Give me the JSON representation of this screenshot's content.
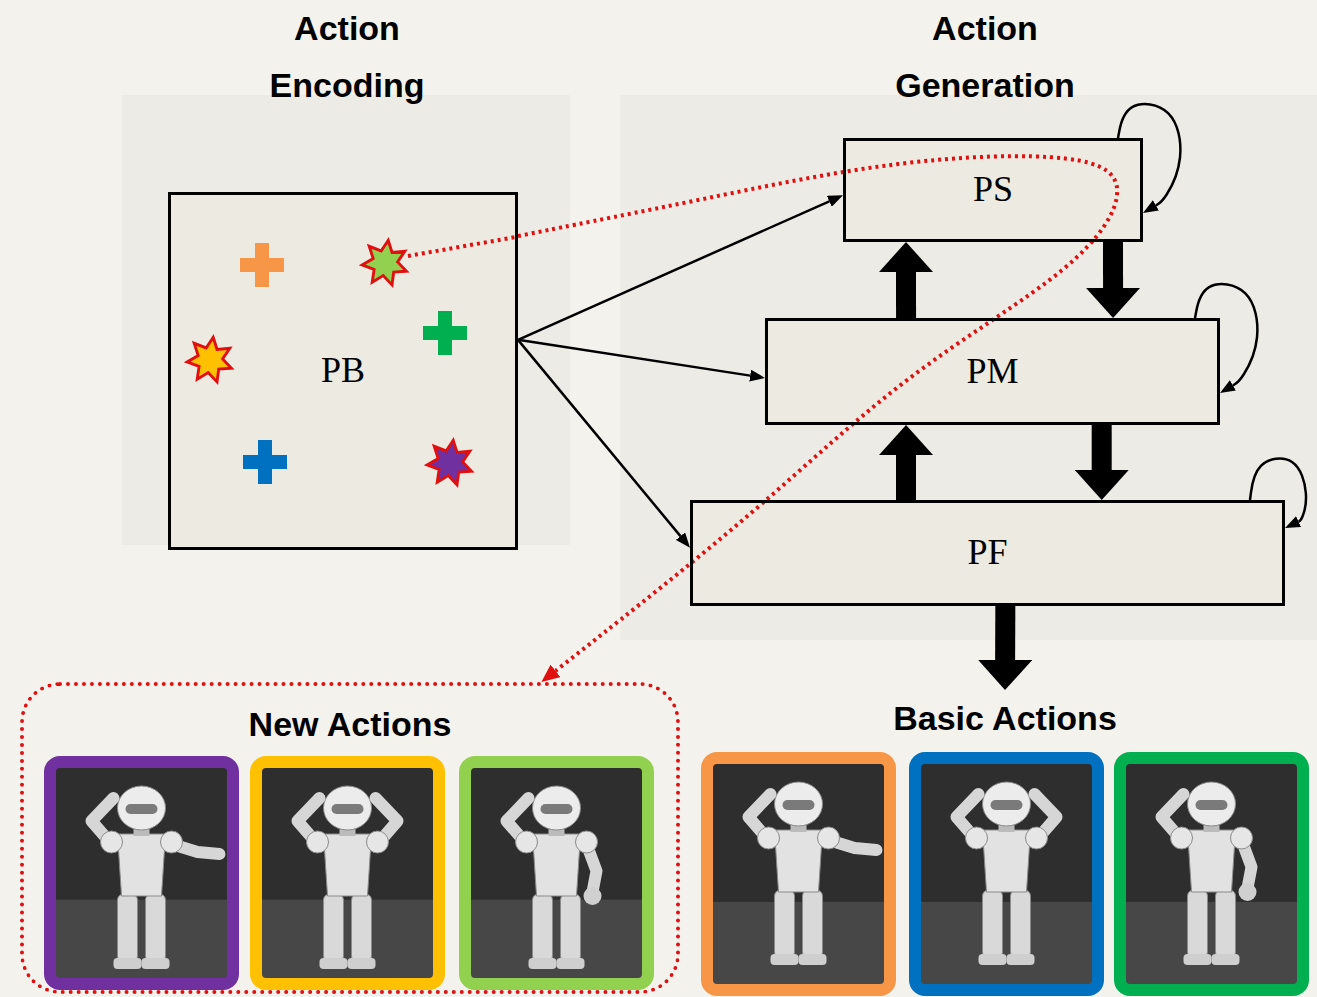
{
  "diagram": {
    "nodes": [
      {
        "text": [
          "PB"
        ]
      },
      {
        "text": [
          "PS"
        ]
      },
      {
        "text": [
          "PM"
        ]
      },
      {
        "text": [
          "PF"
        ]
      },
      {
        "text": [
          "New Actions"
        ]
      },
      {
        "text": [
          "Basic Actions"
        ]
      }
    ],
    "edges": [
      {
        "from": 0,
        "to": 1,
        "arrow": "to"
      },
      {
        "from": 0,
        "to": 2,
        "arrow": "to"
      },
      {
        "from": 0,
        "to": 3,
        "arrow": "to"
      },
      {
        "from": 2,
        "to": 1,
        "arrow": "to"
      },
      {
        "from": 1,
        "to": 2,
        "arrow": "to"
      },
      {
        "from": 3,
        "to": 2,
        "arrow": "to"
      },
      {
        "from": 2,
        "to": 3,
        "arrow": "to"
      },
      {
        "from": 1,
        "to": 1,
        "arrow": "to"
      },
      {
        "from": 2,
        "to": 2,
        "arrow": "to"
      },
      {
        "from": 3,
        "to": 3,
        "arrow": "to"
      },
      {
        "from": 0,
        "to": 4,
        "arrow": "to"
      },
      {
        "from": 3,
        "to": 5,
        "arrow": "to"
      }
    ],
    "labels": [
      "Action Encoding",
      "Action Generation"
    ]
  }
}
